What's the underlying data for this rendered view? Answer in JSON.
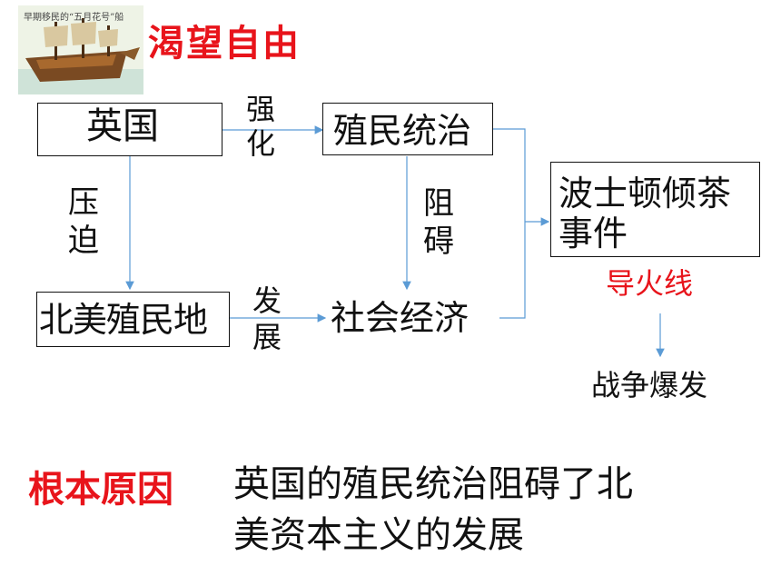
{
  "image": {
    "caption": "早期移民的“五月花号”船"
  },
  "title": "渴望自由",
  "nodes": {
    "britain": "英国",
    "colonial_rule": "殖民统治",
    "north_america": "北美殖民地",
    "economy": "社会经济",
    "boston": "波士顿倾茶事件"
  },
  "edge_labels": {
    "strengthen": "强化",
    "oppress": "压迫",
    "hinder": "阻碍",
    "develop": "发展"
  },
  "fuse_label": "导火线",
  "war_label": "战争爆发",
  "root_cause": {
    "label": "根本原因",
    "text_line1": "英国的殖民统治阻碍了北",
    "text_line2": "美资本主义的发展"
  },
  "colors": {
    "title_red": "#e8141b",
    "arrow_blue": "#5b9bd5",
    "text": "#111111"
  }
}
